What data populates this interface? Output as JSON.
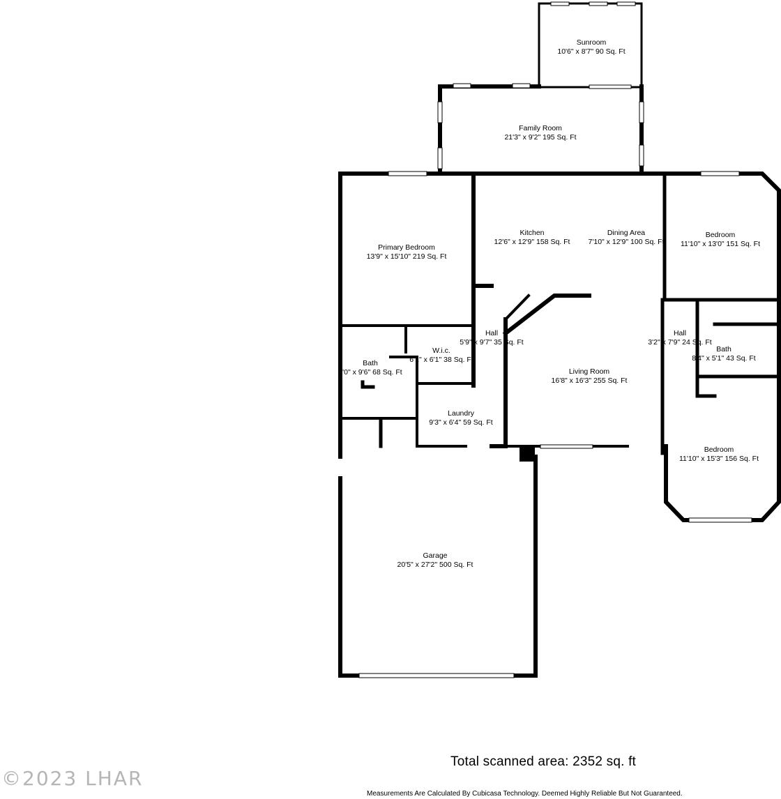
{
  "rooms": [
    {
      "id": "sunroom",
      "name": "Sunroom",
      "dims": "10'6\" x 8'7\" 90 Sq. Ft"
    },
    {
      "id": "family-room",
      "name": "Family Room",
      "dims": "21'3\" x 9'2\" 195 Sq. Ft"
    },
    {
      "id": "primary-bedroom",
      "name": "Primary Bedroom",
      "dims": "13'9\" x 15'10\" 219 Sq. Ft"
    },
    {
      "id": "kitchen",
      "name": "Kitchen",
      "dims": "12'6\" x 12'9\" 158 Sq. Ft"
    },
    {
      "id": "dining-area",
      "name": "Dining Area",
      "dims": "7'10\" x 12'9\" 100 Sq. Ft"
    },
    {
      "id": "bedroom-1",
      "name": "Bedroom",
      "dims": "11'10\" x 13'0\" 151 Sq. Ft"
    },
    {
      "id": "hall-1",
      "name": "Hall",
      "dims": "5'9\" x 9'7\" 35 Sq. Ft"
    },
    {
      "id": "wic",
      "name": "W.i.c.",
      "dims": "6'1\" x 6'1\" 38 Sq. Ft"
    },
    {
      "id": "bath-1",
      "name": "Bath",
      "dims": "7'0\" x 9'6\" 68 Sq. Ft"
    },
    {
      "id": "living-room",
      "name": "Living Room",
      "dims": "16'8\" x 16'3\" 255 Sq. Ft"
    },
    {
      "id": "hall-2",
      "name": "Hall",
      "dims": "3'2\" x 7'9\" 24 Sq. Ft"
    },
    {
      "id": "bath-2",
      "name": "Bath",
      "dims": "8'4\" x 5'1\" 43 Sq. Ft"
    },
    {
      "id": "laundry",
      "name": "Laundry",
      "dims": "9'3\" x 6'4\" 59 Sq. Ft"
    },
    {
      "id": "bedroom-2",
      "name": "Bedroom",
      "dims": "11'10\" x 15'3\" 156 Sq. Ft"
    },
    {
      "id": "garage",
      "name": "Garage",
      "dims": "20'5\" x 27'2\" 500 Sq. Ft"
    }
  ],
  "total_area": "Total scanned area: 2352 sq. ft",
  "disclaimer": "Measurements Are Calculated By Cubicasa Technology. Deemed Highly Reliable But Not Guaranteed.",
  "watermark": "©2023 LHAR"
}
